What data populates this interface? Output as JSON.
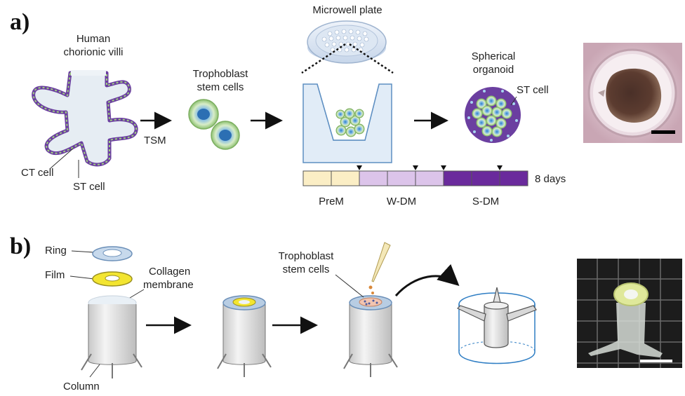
{
  "panel_a": {
    "letter": "a)",
    "villi_title": [
      "Human",
      "chorionic villi"
    ],
    "ct_cell": "CT cell",
    "st_cell": "ST cell",
    "medium": "TSM",
    "tsc_title": [
      "Trophoblast",
      "stem cells"
    ],
    "plate_title": "Microwell plate",
    "organoid_title": [
      "Spherical",
      "organoid"
    ],
    "organoid_st": "ST cell",
    "duration": "8 days",
    "stages": [
      "PreM",
      "W-DM",
      "S-DM"
    ],
    "colors": {
      "prem": "#fbeec5",
      "wdm": "#dcc4ea",
      "sdm": "#6a2a9c",
      "villi": "#6b3fa0"
    }
  },
  "panel_b": {
    "letter": "b)",
    "ring": "Ring",
    "film": "Film",
    "collagen": [
      "Collagen",
      "membrane"
    ],
    "tsc": [
      "Trophoblast",
      "stem cells"
    ],
    "column": "Column"
  }
}
